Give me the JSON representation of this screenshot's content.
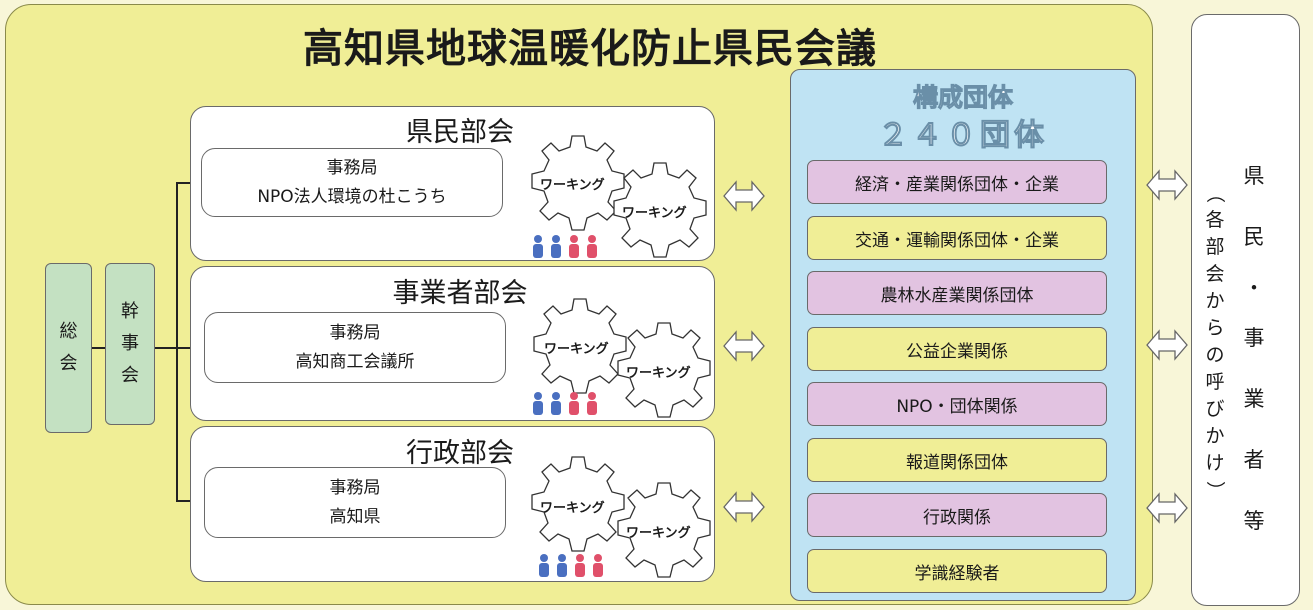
{
  "title": "高知県地球温暖化防止県民会議",
  "left_boxes": {
    "soukai": [
      "総",
      "会"
    ],
    "kanjikai": [
      "幹",
      "事",
      "会"
    ]
  },
  "sections": [
    {
      "title": "県民部会",
      "office_lines": [
        "事務局",
        "NPO法人環境の杜こうち"
      ],
      "gear_label": "ワーキング"
    },
    {
      "title": "事業者部会",
      "office_lines": [
        "事務局",
        "高知商工会議所"
      ],
      "gear_label": "ワーキング"
    },
    {
      "title": "行政部会",
      "office_lines": [
        "事務局",
        "高知県"
      ],
      "gear_label": "ワーキング"
    }
  ],
  "constituents": {
    "title": "構成団体",
    "count": "２４０団体",
    "items": [
      {
        "label": "経済・産業関係団体・企業",
        "color": "#e2c3e1"
      },
      {
        "label": "交通・運輸関係団体・企業",
        "color": "#f0ee96"
      },
      {
        "label": "農林水産業関係団体",
        "color": "#e2c3e1"
      },
      {
        "label": "公益企業関係",
        "color": "#f0ee96"
      },
      {
        "label": "NPO・団体関係",
        "color": "#e2c3e1"
      },
      {
        "label": "報道関係団体",
        "color": "#f0ee96"
      },
      {
        "label": "行政関係",
        "color": "#e2c3e1"
      },
      {
        "label": "学識経験者",
        "color": "#f0ee96"
      }
    ]
  },
  "citizens": {
    "main": [
      "県",
      "民",
      "・",
      "事",
      "業",
      "者",
      "等"
    ],
    "sub": [
      "（",
      "各",
      "部",
      "会",
      "か",
      "ら",
      "の",
      "呼",
      "び",
      "か",
      "け",
      "）"
    ]
  },
  "colors": {
    "yellow_panel": "#f0ee96",
    "green_box": "#c4e1c2",
    "blue_panel": "#bfe3f3",
    "pink": "#e2c3e1",
    "person_blue": "#4a6fc0",
    "person_red": "#e0506a"
  }
}
